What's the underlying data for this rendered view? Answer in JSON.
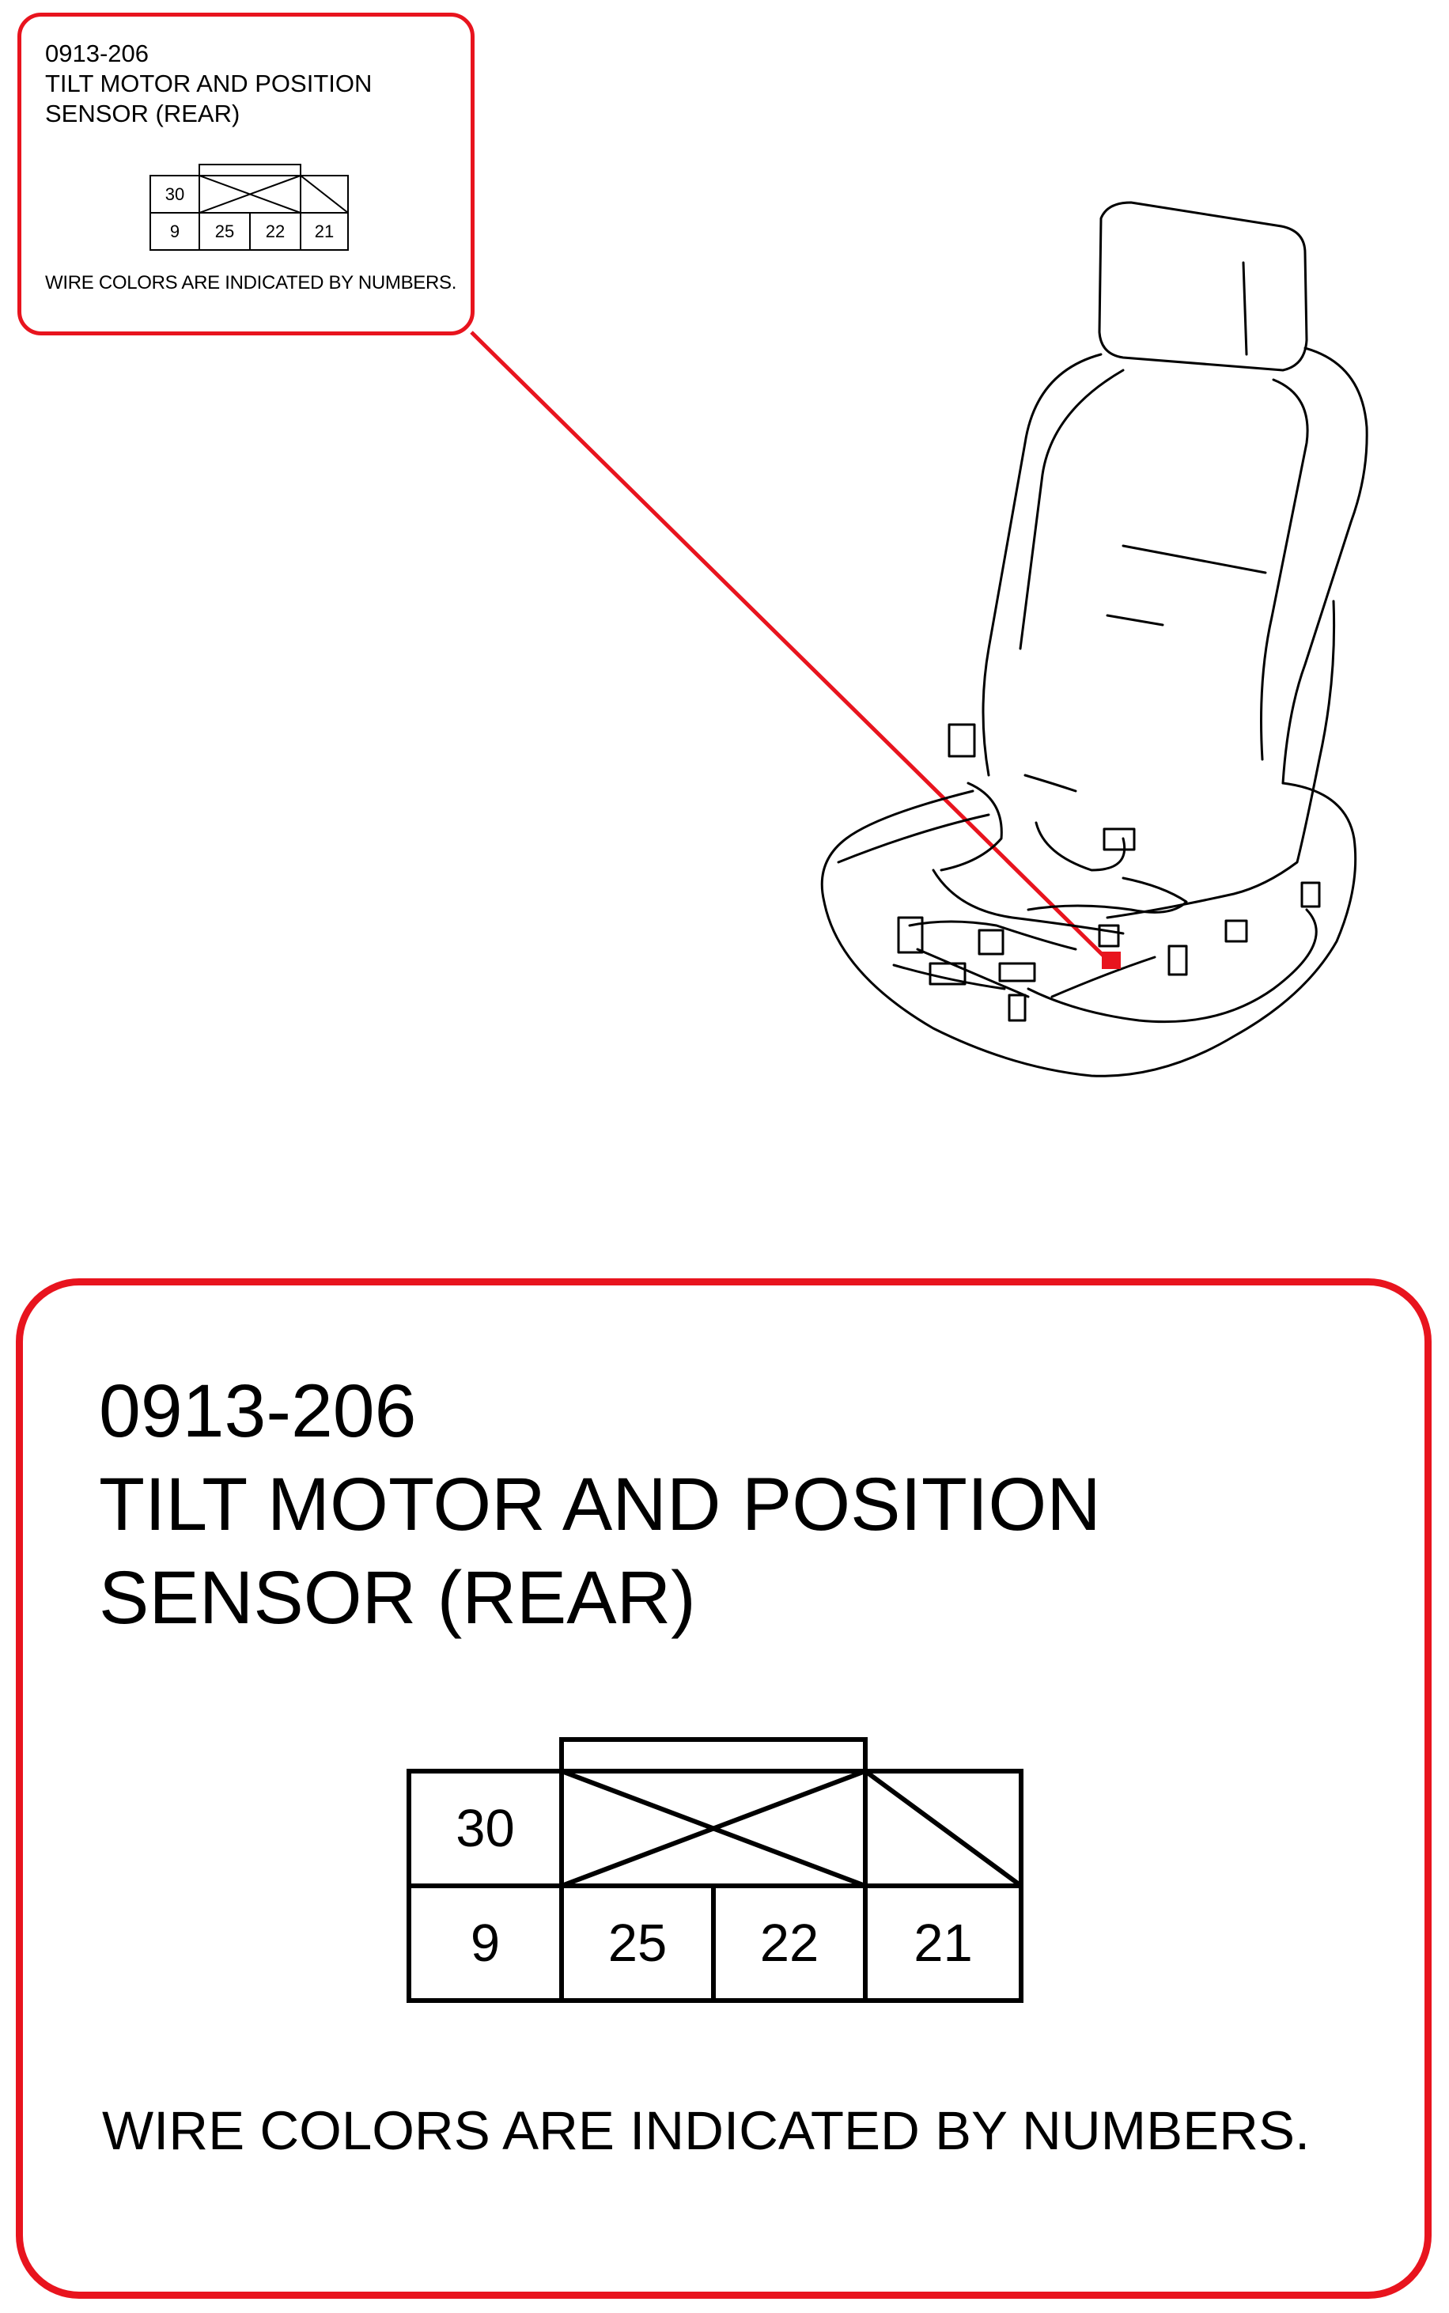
{
  "connector": {
    "code": "0913-206",
    "name": "TILT MOTOR AND POSITION SENSOR (REAR)",
    "terminals_top": [
      "30",
      "",
      ""
    ],
    "terminals_bottom": [
      "9",
      "25",
      "22",
      "21"
    ],
    "note": "WIRE COLORS ARE INDICATED BY NUMBERS."
  },
  "colors": {
    "callout_border": "#e8141e",
    "connector_highlight": "#e8141e",
    "line": "#000000"
  },
  "icons": {
    "seat": "seat-harness-illustration-icon",
    "connector": "connector-face-icon"
  }
}
